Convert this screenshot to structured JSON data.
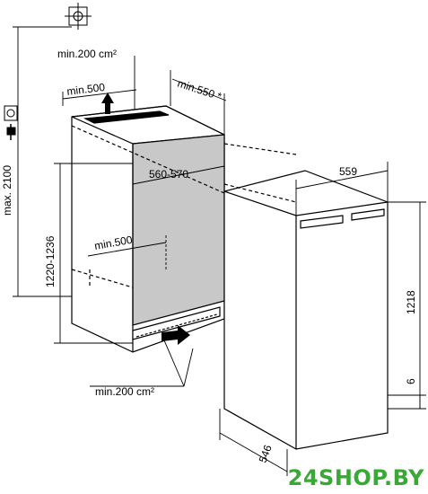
{
  "labels": {
    "max_height": "max. 2100",
    "niche_height": "1220-1236",
    "vent_top": "min.200 cm²",
    "top_depth": "min.500",
    "niche_depth": "min.550 *",
    "niche_width": "560-570",
    "bottom_depth": "min.500",
    "vent_bottom": "min.200 cm²",
    "appliance_width": "559",
    "appliance_height": "1218",
    "plinth_gap": "6",
    "appliance_depth": "546"
  },
  "watermark": "24SHOP.BY",
  "colors": {
    "line": "#000000",
    "niche_inner": "#c8c8c8",
    "watermark": "#39a935"
  },
  "icons": [
    "socket-icon",
    "plug-icon",
    "crosshair-icon",
    "arrow-up-icon",
    "arrow-right-icon"
  ]
}
